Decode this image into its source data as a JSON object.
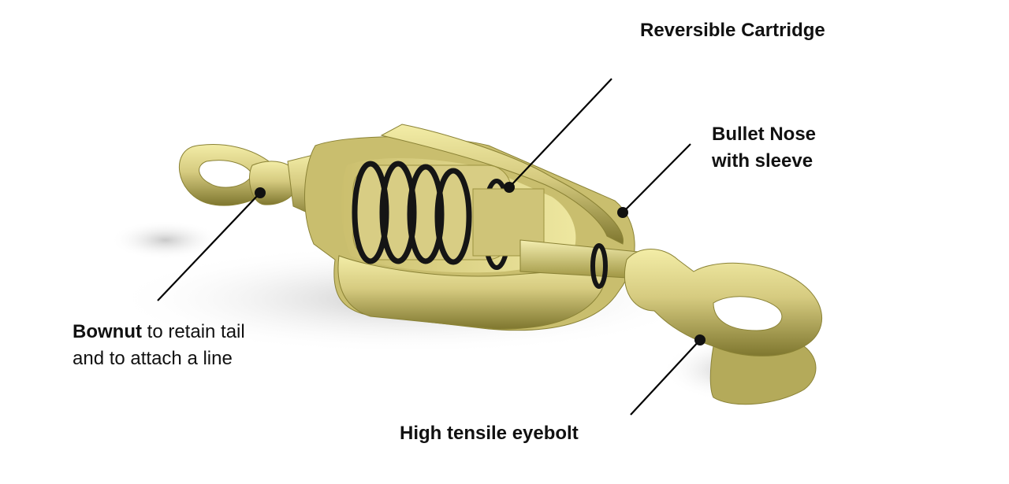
{
  "labels": {
    "reversible_cartridge": "Reversible Cartridge",
    "bullet_nose_line1": "Bullet Nose",
    "bullet_nose_line2": "with sleeve",
    "bownut_bold": "Bownut",
    "bownut_rest": " to retain tail",
    "bownut_line2": "and to attach a line",
    "eyebolt": "High tensile eyebolt"
  },
  "colors": {
    "brass_light": "#f1eaa2",
    "brass_mid": "#cfc47a",
    "brass_dark": "#7d742f",
    "o_ring": "#151515",
    "shadow": "#d2d2d2",
    "leader_line": "#000000"
  }
}
